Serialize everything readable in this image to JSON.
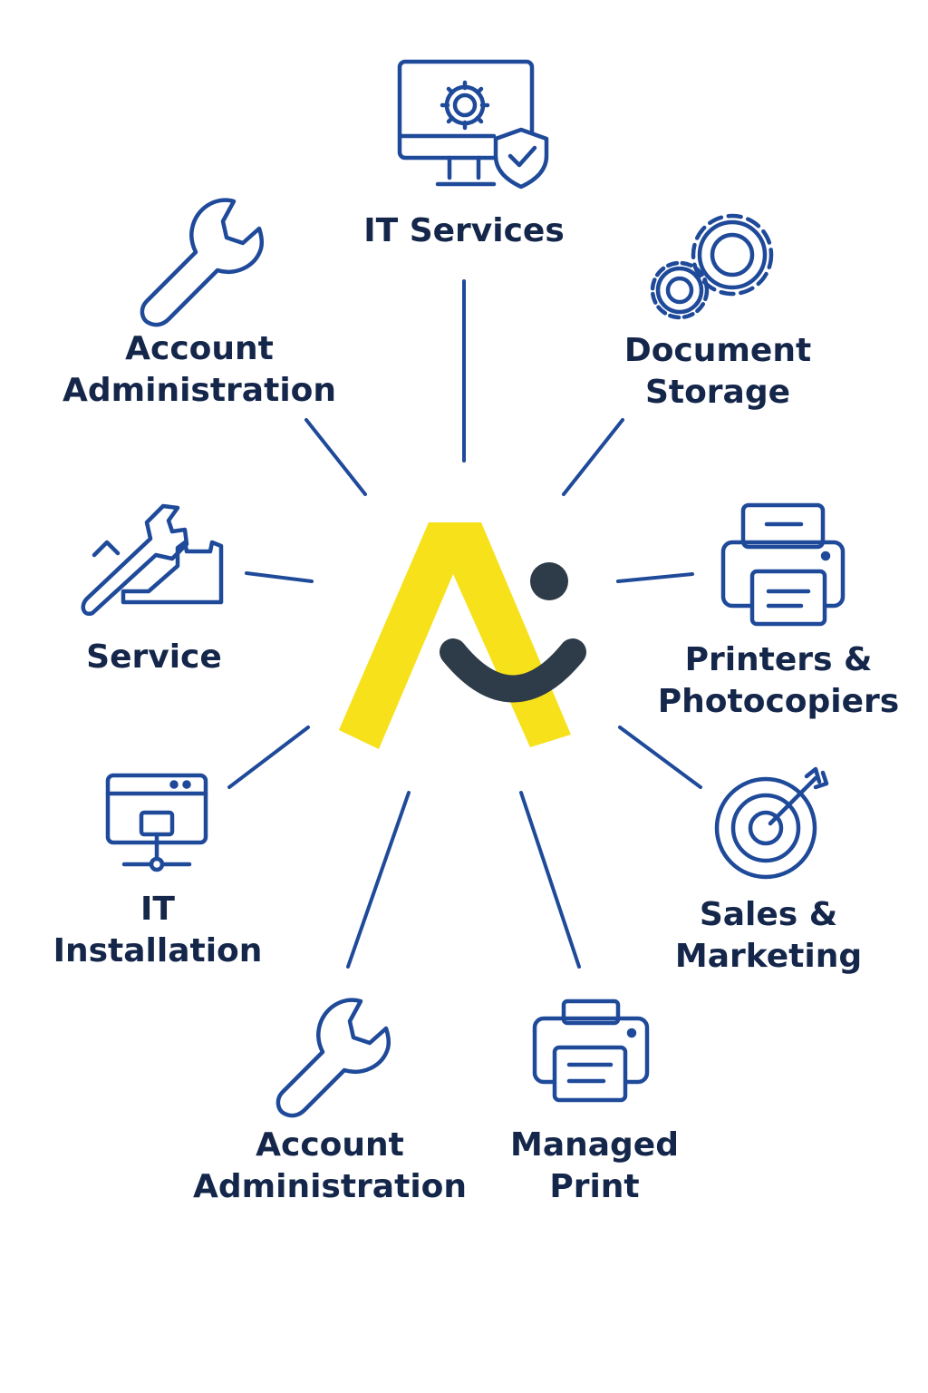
{
  "colors": {
    "icon_stroke": "#1f4a9a",
    "connector": "#1f4a9a",
    "label_text": "#14264a",
    "logo_yellow": "#f6e11a",
    "logo_dark": "#2e3b48",
    "background": "#ffffff"
  },
  "logo": {
    "name": "brand-logo",
    "description_icon": "yellow-a-with-smile"
  },
  "nodes": [
    {
      "id": "it-services",
      "icon": "monitor-gear-shield-icon",
      "lines": [
        "IT Services"
      ]
    },
    {
      "id": "document-storage",
      "icon": "gears-icon",
      "lines": [
        "Document",
        "Storage"
      ]
    },
    {
      "id": "printers-photocopiers",
      "icon": "printer-icon",
      "lines": [
        "Printers &",
        "Photocopiers"
      ]
    },
    {
      "id": "sales-marketing",
      "icon": "target-arrow-icon",
      "lines": [
        "Sales &",
        "Marketing"
      ]
    },
    {
      "id": "managed-print",
      "icon": "printer-small-icon",
      "lines": [
        "Managed",
        "Print"
      ]
    },
    {
      "id": "account-administration-bottom",
      "icon": "wrench-icon",
      "lines": [
        "Account",
        "Administration"
      ]
    },
    {
      "id": "it-installation",
      "icon": "browser-network-icon",
      "lines": [
        "IT",
        "Installation"
      ]
    },
    {
      "id": "service",
      "icon": "wrench-tools-icon",
      "lines": [
        "Service"
      ]
    },
    {
      "id": "account-administration-top",
      "icon": "wrench-icon",
      "lines": [
        "Account",
        "Administration"
      ]
    }
  ]
}
